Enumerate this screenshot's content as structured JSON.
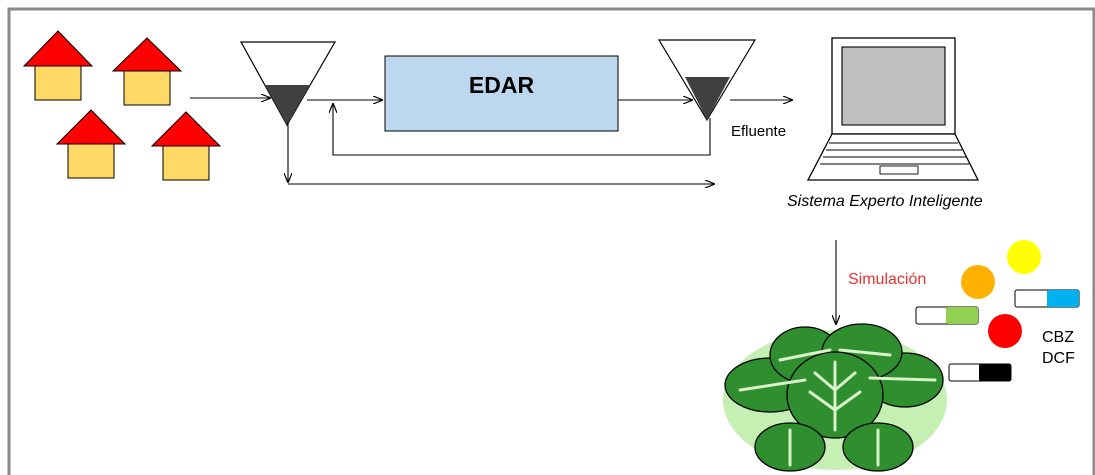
{
  "diagram": {
    "process_box_label": "EDAR",
    "effluent_label": "Efluente",
    "system_label": "Sistema Experto Inteligente",
    "simulation_label": "Simulación",
    "compounds": [
      "CBZ",
      "DCF"
    ]
  },
  "colors": {
    "frame_border": "#8a8a8a",
    "house_roof": "#ff0000",
    "house_wall": "#ffd966",
    "process_box_fill": "#bdd7ee",
    "sludge": "#404040",
    "simulation_text": "#e8312f",
    "dot_orange": "#ffb000",
    "dot_yellow": "#ffff00",
    "dot_red": "#ff0000",
    "switch_blue": "#00b0f0",
    "switch_green": "#92d050",
    "switch_black": "#000000",
    "lettuce_leaf": "#2f8f2f",
    "lettuce_light": "#c6efb3"
  },
  "icons": [
    "house-icon",
    "settler-icon",
    "laptop-icon",
    "lettuce-icon",
    "toggle-switch-icon"
  ]
}
